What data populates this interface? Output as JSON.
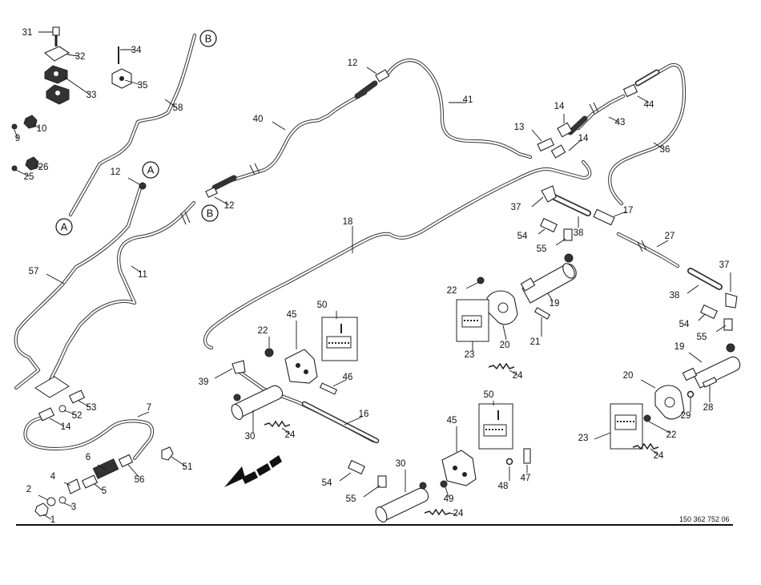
{
  "diagram": {
    "document_id": "150 362 752 06",
    "callouts": [
      {
        "id": "c31",
        "text": "31"
      },
      {
        "id": "c32",
        "text": "32"
      },
      {
        "id": "c33",
        "text": "33"
      },
      {
        "id": "c34",
        "text": "34"
      },
      {
        "id": "c35",
        "text": "35"
      },
      {
        "id": "c58",
        "text": "58"
      },
      {
        "id": "c10",
        "text": "10"
      },
      {
        "id": "c9",
        "text": "9"
      },
      {
        "id": "c26",
        "text": "26"
      },
      {
        "id": "c25",
        "text": "25"
      },
      {
        "id": "c12a",
        "text": "12"
      },
      {
        "id": "c12b",
        "text": "12"
      },
      {
        "id": "c12c",
        "text": "12"
      },
      {
        "id": "c40",
        "text": "40"
      },
      {
        "id": "c41",
        "text": "41"
      },
      {
        "id": "c14a",
        "text": "14"
      },
      {
        "id": "c13",
        "text": "13"
      },
      {
        "id": "c14b",
        "text": "14"
      },
      {
        "id": "c43",
        "text": "43"
      },
      {
        "id": "c44",
        "text": "44"
      },
      {
        "id": "c36",
        "text": "36"
      },
      {
        "id": "c37a",
        "text": "37"
      },
      {
        "id": "c17",
        "text": "17"
      },
      {
        "id": "c38a",
        "text": "38"
      },
      {
        "id": "c54a",
        "text": "54"
      },
      {
        "id": "c55a",
        "text": "55"
      },
      {
        "id": "c27",
        "text": "27"
      },
      {
        "id": "c18",
        "text": "18"
      },
      {
        "id": "c57",
        "text": "57"
      },
      {
        "id": "c11",
        "text": "11"
      },
      {
        "id": "c22a",
        "text": "22"
      },
      {
        "id": "c19a",
        "text": "19"
      },
      {
        "id": "c37b",
        "text": "37"
      },
      {
        "id": "c38b",
        "text": "38"
      },
      {
        "id": "c54b",
        "text": "54"
      },
      {
        "id": "c55b",
        "text": "55"
      },
      {
        "id": "c45a",
        "text": "45"
      },
      {
        "id": "c50a",
        "text": "50"
      },
      {
        "id": "c22b",
        "text": "22"
      },
      {
        "id": "c23a",
        "text": "23"
      },
      {
        "id": "c20a",
        "text": "20"
      },
      {
        "id": "c21",
        "text": "21"
      },
      {
        "id": "c24a",
        "text": "24"
      },
      {
        "id": "c39",
        "text": "39"
      },
      {
        "id": "c46",
        "text": "46"
      },
      {
        "id": "c19b",
        "text": "19"
      },
      {
        "id": "c53",
        "text": "53"
      },
      {
        "id": "c52",
        "text": "52"
      },
      {
        "id": "c14c",
        "text": "14"
      },
      {
        "id": "c7",
        "text": "7"
      },
      {
        "id": "c30a",
        "text": "30"
      },
      {
        "id": "c24b",
        "text": "24"
      },
      {
        "id": "c16",
        "text": "16"
      },
      {
        "id": "c20b",
        "text": "20"
      },
      {
        "id": "c29",
        "text": "29"
      },
      {
        "id": "c28",
        "text": "28"
      },
      {
        "id": "c22c",
        "text": "22"
      },
      {
        "id": "c23b",
        "text": "23"
      },
      {
        "id": "c24c",
        "text": "24"
      },
      {
        "id": "c6",
        "text": "6"
      },
      {
        "id": "c4",
        "text": "4"
      },
      {
        "id": "c5",
        "text": "5"
      },
      {
        "id": "c56",
        "text": "56"
      },
      {
        "id": "c51",
        "text": "51"
      },
      {
        "id": "c2",
        "text": "2"
      },
      {
        "id": "c3",
        "text": "3"
      },
      {
        "id": "c1",
        "text": "1"
      },
      {
        "id": "c50b",
        "text": "50"
      },
      {
        "id": "c45b",
        "text": "45"
      },
      {
        "id": "c30b",
        "text": "30"
      },
      {
        "id": "c54c",
        "text": "54"
      },
      {
        "id": "c55c",
        "text": "55"
      },
      {
        "id": "c49",
        "text": "49"
      },
      {
        "id": "c48",
        "text": "48"
      },
      {
        "id": "c47",
        "text": "47"
      },
      {
        "id": "c24d",
        "text": "24"
      }
    ],
    "connectors": [
      {
        "id": "conA1",
        "text": "A"
      },
      {
        "id": "conB1",
        "text": "B"
      },
      {
        "id": "conA2",
        "text": "A"
      },
      {
        "id": "conB2",
        "text": "B"
      }
    ]
  }
}
